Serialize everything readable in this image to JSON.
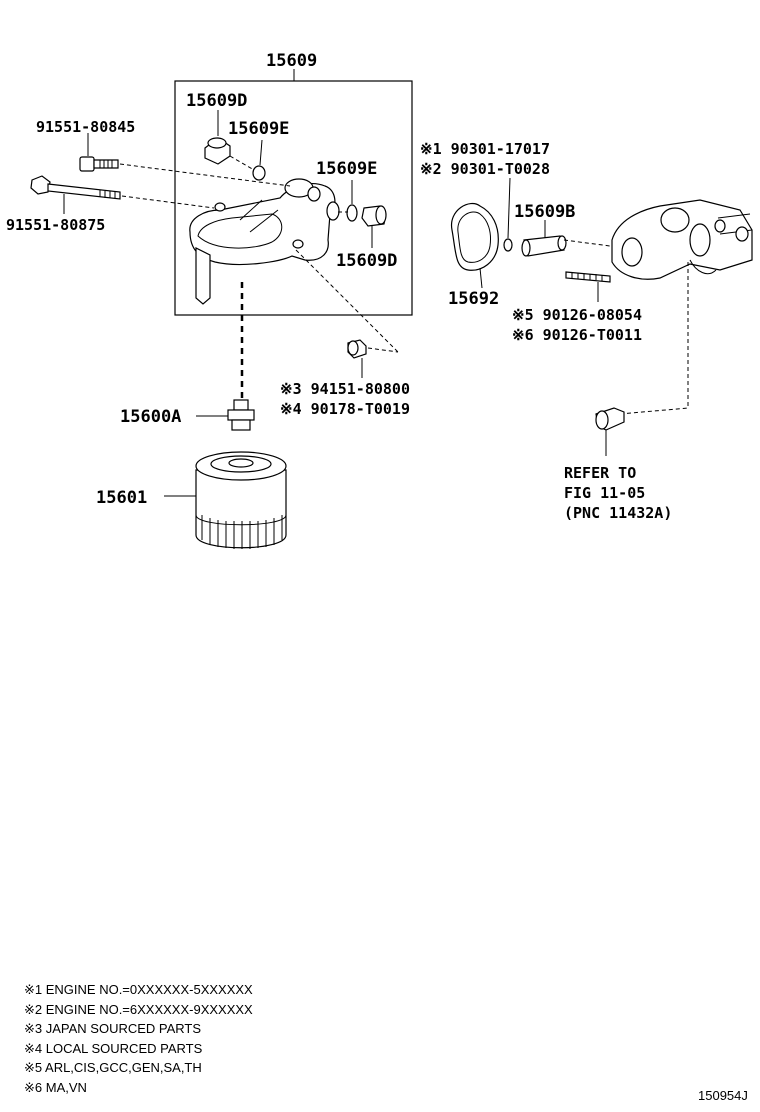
{
  "labels": {
    "assembly": "15609",
    "plug_d_top": "15609D",
    "oring_e_top": "15609E",
    "oring_e_right": "15609E",
    "plug_d_right": "15609D",
    "bolt_short": "91551-80845",
    "bolt_long": "91551-80875",
    "gasket_top_1": "※1 90301-17017",
    "gasket_top_2": "※2 90301-T0028",
    "pipe_b": "15609B",
    "gasket": "15692",
    "stud_1": "※5 90126-08054",
    "stud_2": "※6 90126-T0011",
    "plug_1": "※3 94151-80800",
    "plug_2": "※4 90178-T0019",
    "union": "15600A",
    "filter": "15601",
    "refer_1": "REFER TO",
    "refer_2": "FIG 11-05",
    "refer_3": "(PNC 11432A)"
  },
  "notes": [
    "※1 ENGINE NO.=0XXXXXX-5XXXXXX",
    "※2 ENGINE NO.=6XXXXXX-9XXXXXX",
    "※3 JAPAN SOURCED PARTS",
    "※4 LOCAL SOURCED PARTS",
    "※5 ARL,CIS,GCC,GEN,SA,TH",
    "※6 MA,VN"
  ],
  "figure_code": "150954J"
}
